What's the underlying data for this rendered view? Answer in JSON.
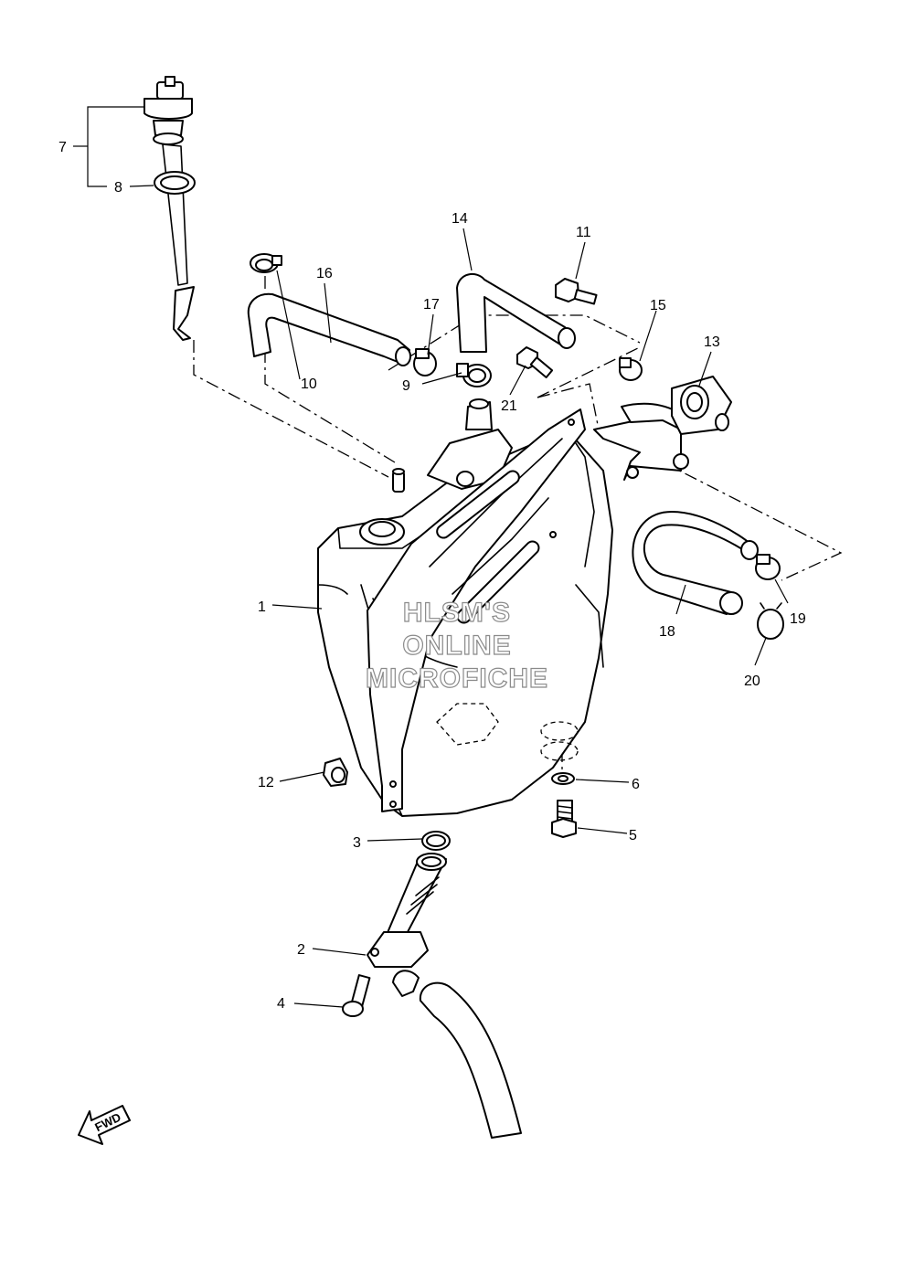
{
  "watermark": {
    "line1": "HLSM'S",
    "line2": "ONLINE",
    "line3": "MICROFICHE"
  },
  "direction_label": "FWD",
  "callouts": {
    "c1": "1",
    "c2": "2",
    "c3": "3",
    "c4": "4",
    "c5": "5",
    "c6": "6",
    "c7": "7",
    "c8": "8",
    "c9": "9",
    "c10": "10",
    "c11": "11",
    "c12": "12",
    "c13": "13",
    "c14": "14",
    "c15": "15",
    "c16": "16",
    "c17": "17",
    "c18": "18",
    "c19": "19",
    "c20": "20",
    "c21": "21"
  }
}
